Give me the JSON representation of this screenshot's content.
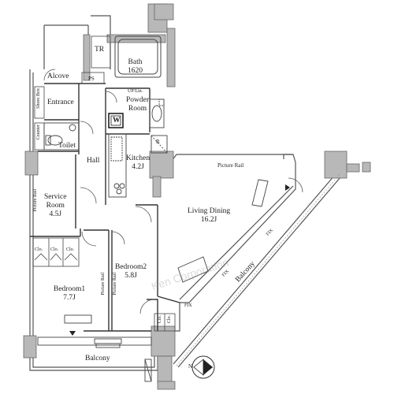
{
  "rooms": {
    "bath": {
      "name": "Bath",
      "size": "1620"
    },
    "tr": "TR",
    "alcove": "Alcove",
    "ps": "PS",
    "up_lin": "UP/Lin.",
    "powder_room": {
      "name": "Powder",
      "name2": "Room"
    },
    "entrance": "Entrance",
    "shoes_box": "Shoes Box",
    "counter": "Counter",
    "toilet": "Toilet",
    "washer": "W",
    "refrigerator": "R",
    "hall": "Hall",
    "kitchen": {
      "name": "Kitchen",
      "size": "4.2J"
    },
    "service_room": {
      "name": "Service",
      "name2": "Room",
      "size": "4.5J"
    },
    "living_dining": {
      "name": "Living Dining",
      "size": "16.2J"
    },
    "bedroom1": {
      "name": "Bedroom1",
      "size": "7.7J"
    },
    "bedroom2": {
      "name": "Bedroom2",
      "size": "5.8J"
    },
    "balcony_bottom": "Balcony",
    "balcony_right": "Balcony"
  },
  "annotations": {
    "picture_rail": "Picture Rail",
    "clo": "Clo.",
    "fix": "FIX",
    "compass": "N"
  },
  "watermark": "Ken Corporation"
}
